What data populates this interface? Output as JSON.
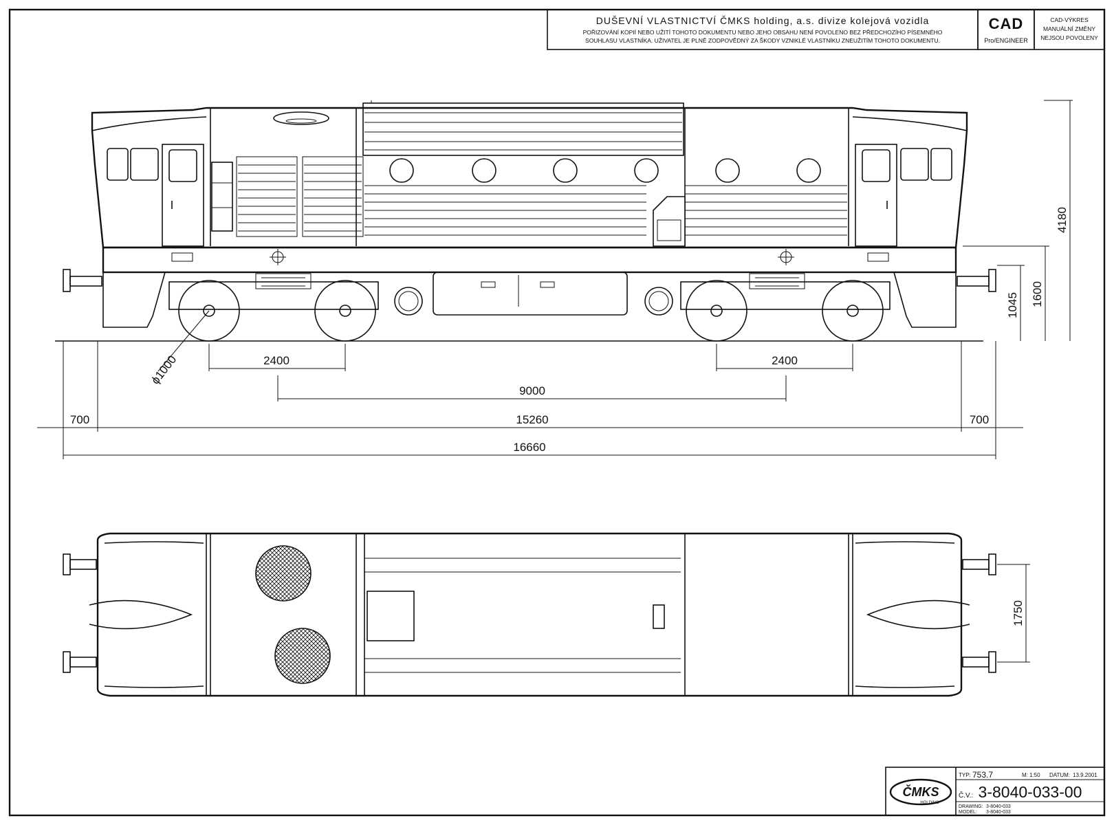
{
  "notice": {
    "line1": "DUŠEVNÍ VLASTNICTVÍ ČMKS holding, a.s. divize kolejová vozidla",
    "line2": "POŘIZOVÁNÍ KOPIÍ NEBO UŽITÍ TOHOTO DOKUMENTU NEBO JEHO OBSAHU NENÍ POVOLENO BEZ PŘEDCHOZÍHO PÍSEMNÉHO",
    "line3": "SOUHLASU VLASTNÍKA. UŽIVATEL JE PLNĚ ZODPOVĚDNÝ ZA ŠKODY VZNIKLÉ VLASTNÍKU ZNEUŽITÍM TOHOTO DOKUMENTU.",
    "cad": "CAD",
    "cad_sub": "Pro/ENGINEER",
    "cad_note1": "CAD-VÝKRES",
    "cad_note2": "MANUÁLNÍ ZMĚNY",
    "cad_note3": "NEJSOU POVOLENY"
  },
  "dimensions": {
    "height_total": "4180",
    "height_buffer": "1600",
    "height_frame": "1045",
    "wheel_diameter": "ϕ1000",
    "bogie_wheelbase_left": "2400",
    "bogie_wheelbase_right": "2400",
    "bogie_centers": "9000",
    "overhang_left": "700",
    "body_length": "15260",
    "overhang_right": "700",
    "length_over_buffers": "16660",
    "buffer_spacing": "1750"
  },
  "title_block": {
    "logo": "ČMKS",
    "logo_sub": "HOLDING",
    "type_label": "TYP:",
    "type_value": "753.7",
    "scale_label": "M:",
    "scale_value": "1:50",
    "date_label": "DATUM:",
    "date_value": "13.9.2001",
    "cv_label": "Č.V.:",
    "drawing_number": "3-8040-033-00",
    "drawing_label": "DRAWING:",
    "drawing_value": "3-8040-033",
    "model_label": "MODEL:",
    "model_value": "3-8040-033"
  }
}
